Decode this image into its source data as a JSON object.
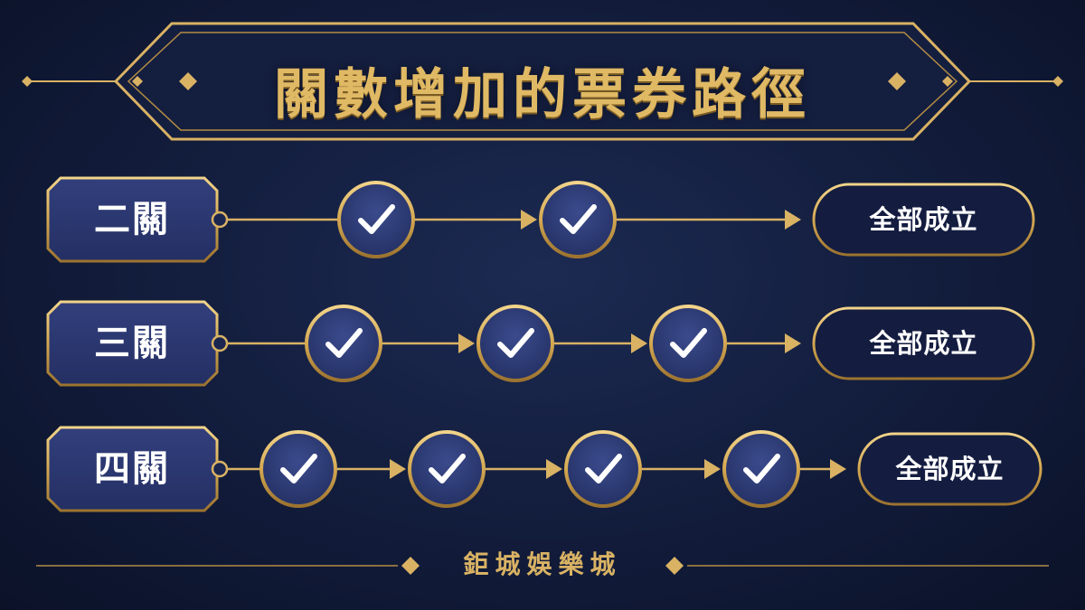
{
  "title": "關數增加的票券路徑",
  "rows": [
    {
      "label": "二關",
      "legs": 2,
      "result": "全部成立"
    },
    {
      "label": "三關",
      "legs": 3,
      "result": "全部成立"
    },
    {
      "label": "四關",
      "legs": 4,
      "result": "全部成立"
    }
  ],
  "footer": "鉅城娛樂城",
  "icons": {
    "leg": "check-icon",
    "connector": "arrow-right-icon",
    "ornament": "diamond-icon"
  },
  "colors": {
    "gold": "#d9b264",
    "navy": "#121c3b",
    "panel": "#2a356e",
    "white": "#ffffff"
  }
}
